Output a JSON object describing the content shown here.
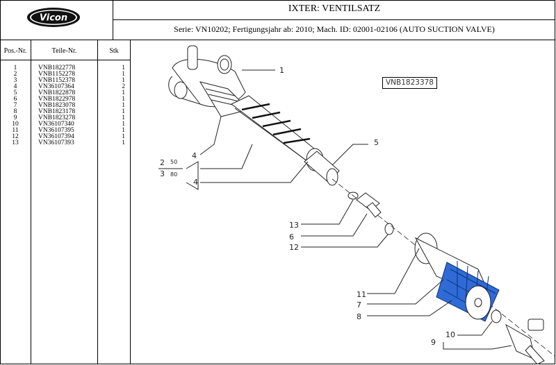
{
  "header": {
    "logo_text": "Vicon",
    "title": "IXTER: VENTILSATZ",
    "subtitle": "Serie: VN10202; Fertigungsjahr ab: 2010; Mach. ID: 02001-02106 (AUTO SUCTION VALVE)"
  },
  "parts_table": {
    "columns": [
      "Pos.-Nr.",
      "Teile-Nr.",
      "Stk"
    ],
    "rows": [
      {
        "pos": "1",
        "part": "VNB1822778",
        "qty": "1"
      },
      {
        "pos": "2",
        "part": "VNB1152278",
        "qty": "1"
      },
      {
        "pos": "3",
        "part": "VNB1152378",
        "qty": "1"
      },
      {
        "pos": "4",
        "part": "VN36107364",
        "qty": "2"
      },
      {
        "pos": "5",
        "part": "VNB1822878",
        "qty": "1"
      },
      {
        "pos": "6",
        "part": "VNB1822978",
        "qty": "1"
      },
      {
        "pos": "7",
        "part": "VNB1823078",
        "qty": "1"
      },
      {
        "pos": "8",
        "part": "VNB1823178",
        "qty": "1"
      },
      {
        "pos": "9",
        "part": "VNB1823278",
        "qty": "1"
      },
      {
        "pos": "10",
        "part": "VN36107340",
        "qty": "1"
      },
      {
        "pos": "11",
        "part": "VN36107395",
        "qty": "1"
      },
      {
        "pos": "12",
        "part": "VN36107394",
        "qty": "1"
      },
      {
        "pos": "13",
        "part": "VN36107393",
        "qty": "1"
      }
    ]
  },
  "drawing": {
    "reference": "VNB1823378",
    "callouts": {
      "c1": "1",
      "c2": "2",
      "c2_sub": "50",
      "c3": "3",
      "c3_sub": "80",
      "c4a": "4",
      "c4b": "4",
      "c5": "5",
      "c6": "6",
      "c7": "7",
      "c8": "8",
      "c9": "9",
      "c10": "10",
      "c11": "11",
      "c12": "12",
      "c13": "13"
    },
    "colors": {
      "highlight": "#2f6bd6",
      "line": "#222222"
    }
  }
}
